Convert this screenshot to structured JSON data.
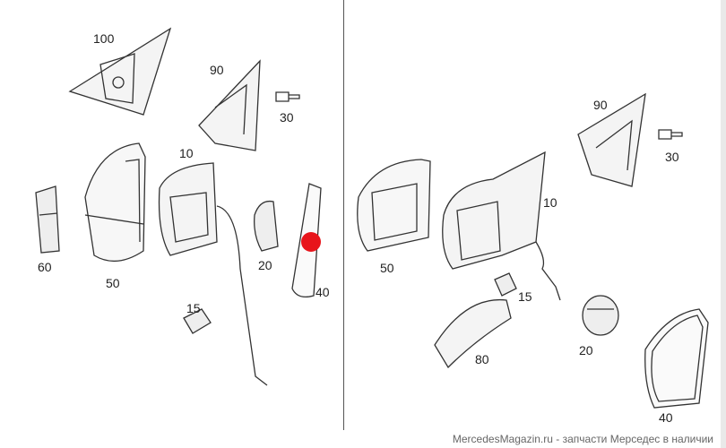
{
  "left_panel": {
    "labels": [
      "100",
      "90",
      "30",
      "10",
      "60",
      "50",
      "20",
      "40",
      "15"
    ]
  },
  "right_panel": {
    "labels": [
      "90",
      "30",
      "10",
      "50",
      "15",
      "80",
      "20",
      "40"
    ]
  },
  "hotspot_color": "#e8151b",
  "watermark": "MercedesMagazin.ru - запчасти Мерседес в наличии"
}
